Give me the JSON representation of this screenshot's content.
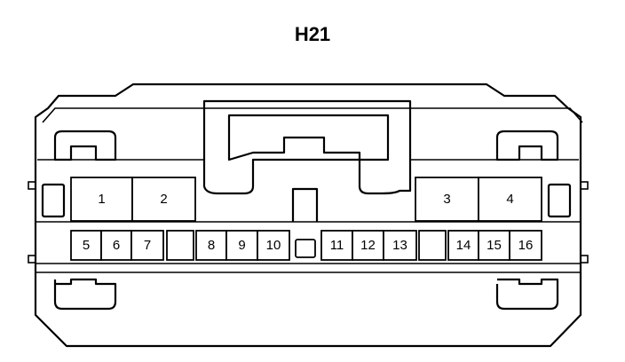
{
  "connector": {
    "title": "H21",
    "terminals": [
      {
        "id": "t1",
        "label": "1"
      },
      {
        "id": "t2",
        "label": "2"
      },
      {
        "id": "t3",
        "label": "3"
      },
      {
        "id": "t4",
        "label": "4"
      },
      {
        "id": "t5",
        "label": "5"
      },
      {
        "id": "t6",
        "label": "6"
      },
      {
        "id": "t7",
        "label": "7"
      },
      {
        "id": "t8",
        "label": "8"
      },
      {
        "id": "t9",
        "label": "9"
      },
      {
        "id": "t10",
        "label": "10"
      },
      {
        "id": "t11",
        "label": "11"
      },
      {
        "id": "t12",
        "label": "12"
      },
      {
        "id": "t13",
        "label": "13"
      },
      {
        "id": "t14",
        "label": "14"
      },
      {
        "id": "t15",
        "label": "15"
      },
      {
        "id": "t16",
        "label": "16"
      }
    ]
  }
}
